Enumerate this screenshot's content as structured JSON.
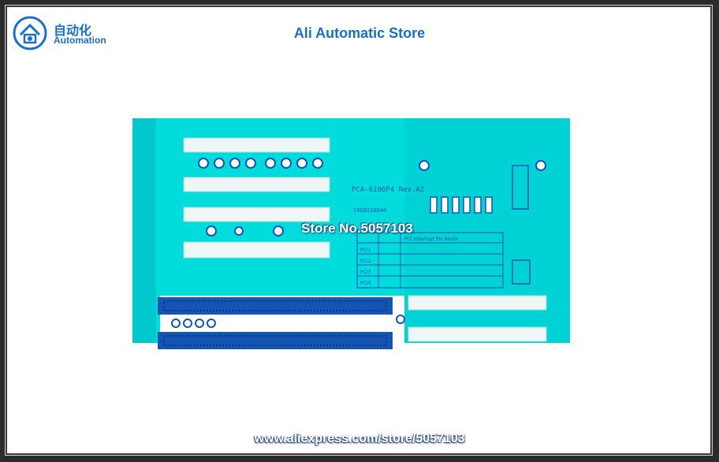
{
  "header": {
    "logo_zh": "自动化",
    "logo_en": "Automation",
    "title": "Ali Automatic Store"
  },
  "board": {
    "silkscreen_model": "PCA-6106P4 Rev.A2",
    "silkscreen_serial": "19G8X10040",
    "table_title": "PCI Interrupt Pin Route",
    "table_rows": [
      "PCI1",
      "PCI2",
      "PCI3",
      "PCI4"
    ]
  },
  "watermark": {
    "store_no": "Store No.5057103",
    "url": "www.aliexpress.com/store/5057103"
  },
  "colors": {
    "board": "#00dcdc",
    "board_edge": "#00c4c8",
    "isa_slot": "#1454b4",
    "pci_slot": "#eef6f6",
    "brand": "#1a6fc9"
  }
}
